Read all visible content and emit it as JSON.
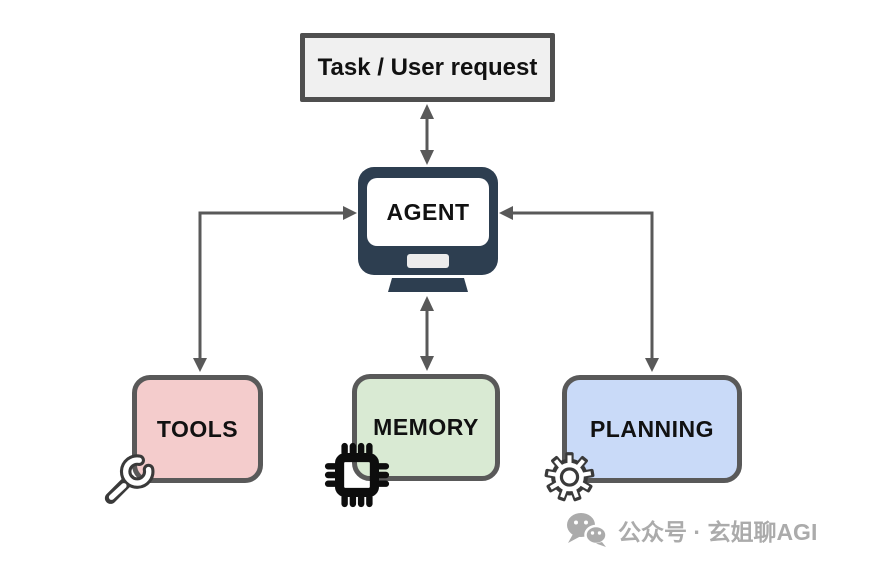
{
  "page": {
    "background": "#ffffff"
  },
  "diagram": {
    "connector_color": "#595959",
    "task_box": {
      "label": "Task / User request",
      "fill": "#f0f0f0",
      "border": "#4f4f4f"
    },
    "agent": {
      "label": "AGENT",
      "monitor_color": "#2d3e50",
      "screen_color": "#ffffff",
      "icon": "computer-monitor-icon"
    },
    "nodes": [
      {
        "id": "tools",
        "label": "TOOLS",
        "fill": "#f4cccc",
        "border": "#595959",
        "icon": "wrench-icon"
      },
      {
        "id": "memory",
        "label": "MEMORY",
        "fill": "#d9ead3",
        "border": "#595959",
        "icon": "chip-icon"
      },
      {
        "id": "planning",
        "label": "PLANNING",
        "fill": "#c9daf8",
        "border": "#595959",
        "icon": "gear-icon"
      }
    ],
    "edges": [
      {
        "from": "task",
        "to": "agent",
        "style": "bidirectional"
      },
      {
        "from": "agent",
        "to": "memory",
        "style": "bidirectional"
      },
      {
        "from": "agent",
        "to": "tools",
        "style": "elbow-double-head"
      },
      {
        "from": "agent",
        "to": "planning",
        "style": "elbow-double-head"
      }
    ],
    "icon_color": "#3a3a3a",
    "chip_color": "#0d0d0d"
  },
  "watermark": {
    "icon": "wechat-icon",
    "text": "公众号 · 玄姐聊AGI",
    "color": "#ababab"
  }
}
